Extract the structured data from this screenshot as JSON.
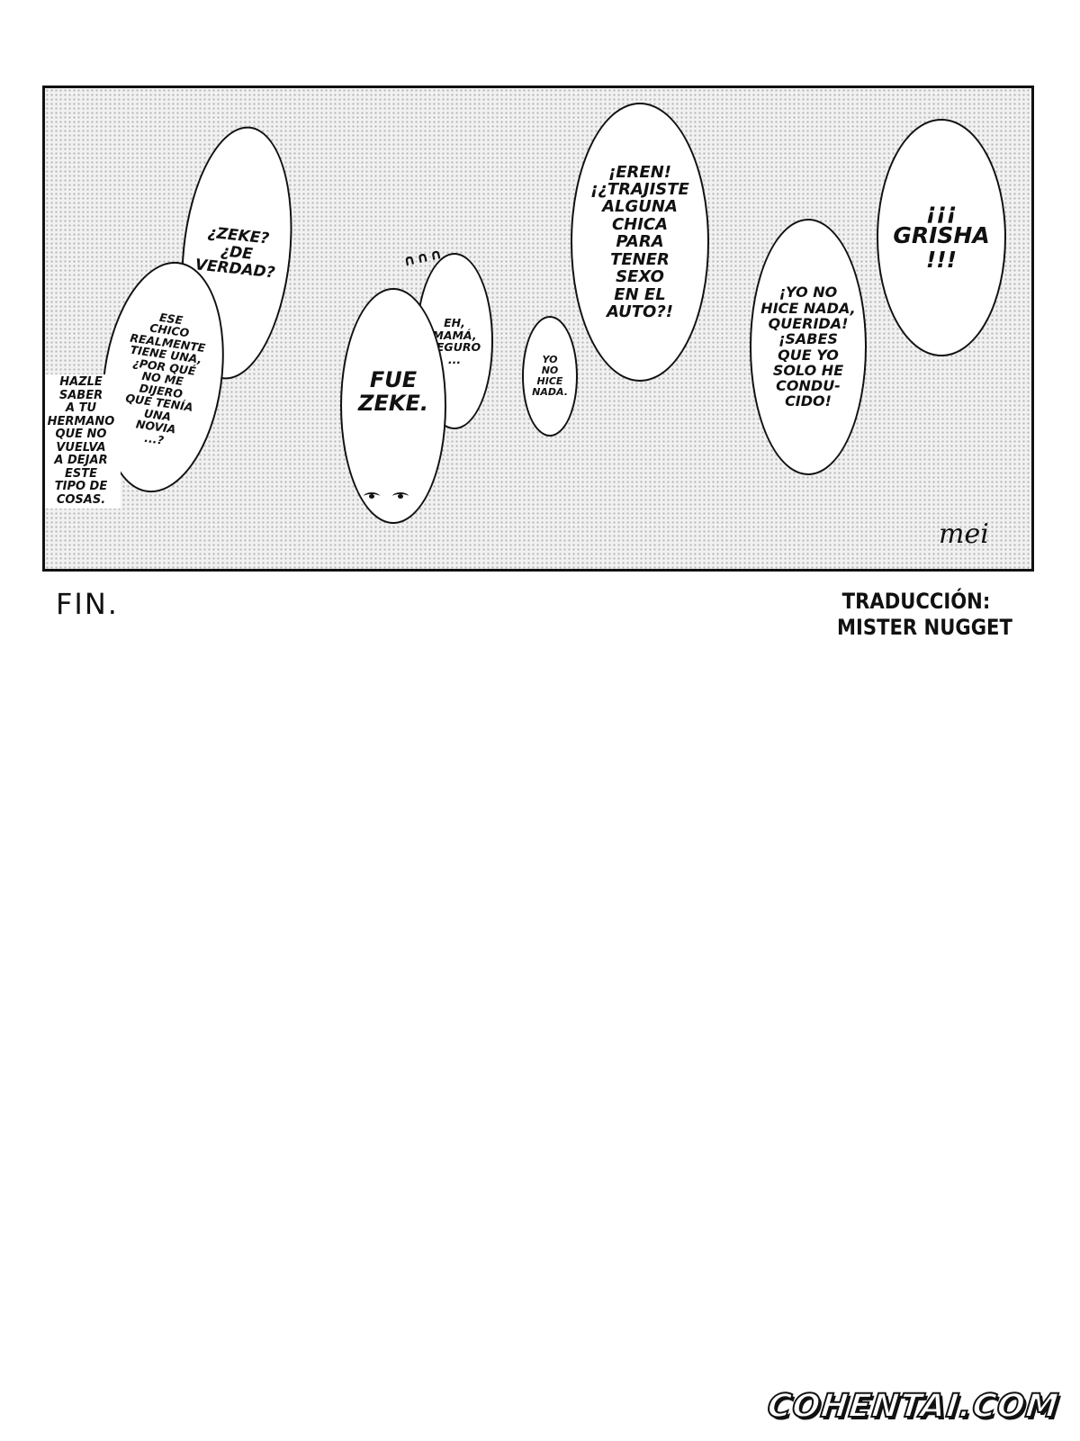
{
  "panel": {
    "bubbles": {
      "zeke_question": "¿ZEKE?\n¿DE\nVERDAD?",
      "chico_novia": "ESE\nCHICO\nREALMENTE\nTIENE UNA,\n¿POR QUÉ\nNO ME\nDIJERO\nQUE TENÍA\nUNA\nNOVIA\n...?",
      "fue_zeke": "FUE\nZEKE.",
      "eh_mama": "EH,\nMAMÁ,\nSEGURO\n...",
      "yo_no_hice_nada_small": "YO\nNO\nHICE\nNADA.",
      "eren_trajiste": "¡EREN!\n¡¿TRAJISTE\nALGUNA\nCHICA\nPARA\nTENER\nSEXO\nEN EL\nAUTO?!",
      "yo_no_hice_nada_querida": "¡YO NO\nHICE NADA,\nQUERIDA!\n¡SABES\nQUE YO\nSOLO HE\nCONDU-\nCIDO!",
      "grisha": "¡¡¡\nGRISHA\n!!!"
    },
    "side_text": "HAZLE\nSABER\nA TU\nHERMANO\nQUE NO\nVUELVA\nA DEJAR\nESTE\nTIPO DE\nCOSAS.",
    "sweat_marks": "∩∩∩",
    "signature": "mei"
  },
  "fin_label": "FIN.",
  "credits": {
    "line1": "TRADUCCIÓN:",
    "line2": "MISTER NUGGET"
  },
  "watermark": "COHENTAI.COM"
}
